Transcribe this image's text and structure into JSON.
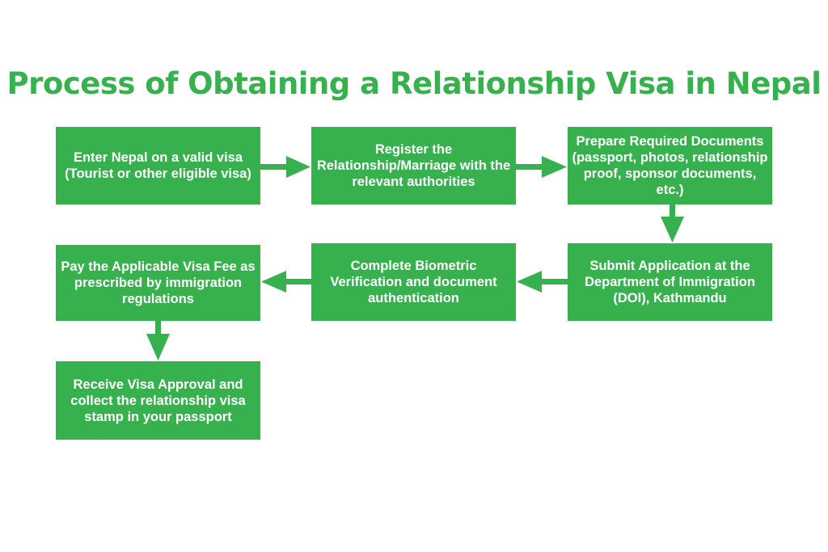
{
  "title": "Process of Obtaining a Relationship Visa in Nepal",
  "colors": {
    "step_fill": "#36b14e",
    "title": "#36b14e",
    "arrow": "#36b14e",
    "text": "#ffffff"
  },
  "steps": [
    {
      "label": "Enter Nepal on a valid visa (Tourist or other eligible visa)"
    },
    {
      "label": "Register the Relationship/Marriage with the relevant authorities"
    },
    {
      "label": "Prepare Required Documents (passport, photos, relationship proof, sponsor documents, etc.)"
    },
    {
      "label": "Submit Application at the Department of Immigration (DOI), Kathmandu"
    },
    {
      "label": "Complete Biometric Verification and document authentication"
    },
    {
      "label": "Pay the Applicable Visa Fee as prescribed by immigration regulations"
    },
    {
      "label": "Receive Visa Approval and collect the relationship visa stamp in your passport"
    }
  ]
}
